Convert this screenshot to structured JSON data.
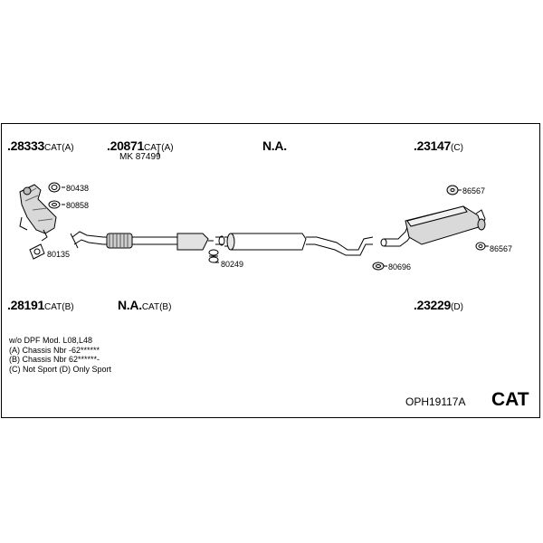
{
  "parts": {
    "p28333": {
      "number": ".28333",
      "suffix": "CAT(A)"
    },
    "p20871": {
      "number": ".20871",
      "suffix": "CAT(A)"
    },
    "mk": "MK 87499",
    "na_top": "N.A.",
    "p23147": {
      "number": ".23147",
      "suffix": "(C)"
    },
    "p28191": {
      "number": ".28191",
      "suffix": "CAT(B)"
    },
    "na_cat": {
      "number": "N.A.",
      "suffix": "CAT(B)"
    },
    "p23229": {
      "number": ".23229",
      "suffix": "(D)"
    }
  },
  "small_parts": {
    "s80438": "80438",
    "s80858": "80858",
    "s80135": "80135",
    "s80249": "80249",
    "s80696": "80696",
    "s86567a": "86567",
    "s86567b": "86567"
  },
  "notes": [
    "w/o DPF   Mod. L08,L48",
    "(A) Chassis Nbr -62******",
    "(B) Chassis Nbr 62******-",
    "(C) Not Sport (D) Only Sport"
  ],
  "footer": {
    "code": "OPH19117A",
    "cat": "CAT"
  }
}
